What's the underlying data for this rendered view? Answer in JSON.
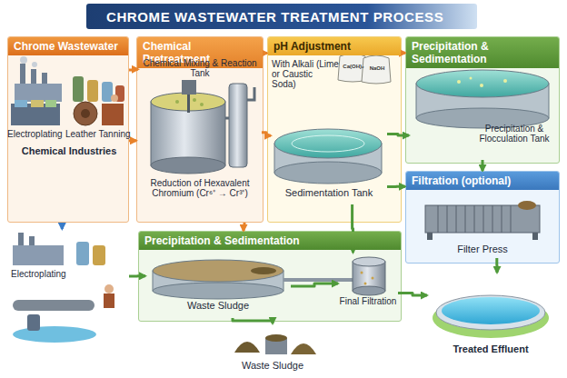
{
  "diagram": {
    "title": "CHROME WASTEWATER TREATMENT PROCESS",
    "nodes": [
      {
        "text": [
          "Chrome Wastewater"
        ]
      },
      {
        "text": [
          "Chemical Pretreatment"
        ]
      },
      {
        "text": [
          "Chemical Mixing & Reaction Tank",
          "Reduction of Hexavalent Chromium (Cr⁶⁺ → Cr³⁺)"
        ],
        "in": 1
      },
      {
        "text": [
          "pH Adjustment",
          "With Alkali (Lime or Caustic Soda)"
        ]
      },
      {
        "text": [
          "Sedimentation Tank"
        ],
        "in": 3
      },
      {
        "text": [
          "Precipitation & Sedimentation"
        ]
      },
      {
        "text": [
          "Precipitation & Flocculation Tank"
        ],
        "in": 5
      },
      {
        "text": [
          "Filtration (optional)"
        ]
      },
      {
        "text": [
          "Filter Press"
        ],
        "in": 7
      },
      {
        "text": [
          "Electroplating"
        ]
      },
      {
        "text": [
          "Precipitation & Sedimentation"
        ]
      },
      {
        "text": [
          "Waste Sludge"
        ],
        "in": 10
      },
      {
        "text": [
          "Final Filtration"
        ],
        "in": 10
      },
      {
        "text": [
          "Waste Sludge"
        ]
      },
      {
        "text": [
          "Treated Effluent"
        ]
      }
    ],
    "edges": [
      {
        "from": 0,
        "to": 2,
        "arrow": "to"
      },
      {
        "from": 0,
        "to": 1,
        "arrow": "to"
      },
      {
        "from": 1,
        "to": 3,
        "arrow": "to"
      },
      {
        "from": 2,
        "to": 4,
        "arrow": "to"
      },
      {
        "from": 3,
        "to": 5,
        "arrow": "to"
      },
      {
        "from": 4,
        "to": 6,
        "arrow": "to"
      },
      {
        "from": 4,
        "to": 7,
        "arrow": "to"
      },
      {
        "from": 6,
        "to": 7,
        "arrow": "to"
      },
      {
        "from": 8,
        "to": 14,
        "arrow": "to"
      },
      {
        "from": 4,
        "to": 12,
        "arrow": "to"
      },
      {
        "from": 1,
        "to": 10,
        "arrow": "to"
      },
      {
        "from": 0,
        "to": 9,
        "arrow": "to"
      },
      {
        "from": 9,
        "to": 11,
        "arrow": "to"
      },
      {
        "from": 11,
        "to": 12,
        "arrow": "to"
      },
      {
        "from": 11,
        "to": 13,
        "arrow": "to"
      },
      {
        "from": 12,
        "to": 14,
        "arrow": "to"
      }
    ],
    "labels": [
      "Electroplating",
      "Leather Tanning",
      "Chemical Industries",
      "Ca(OH)₂",
      "NaOH"
    ]
  }
}
